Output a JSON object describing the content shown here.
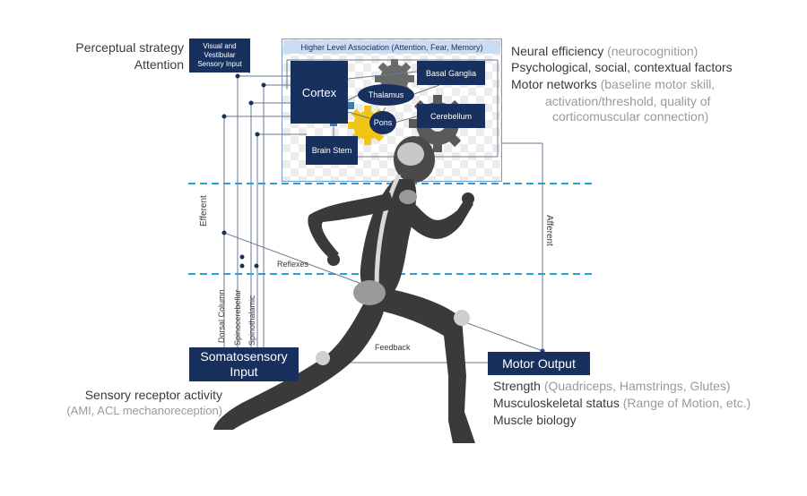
{
  "labels": {
    "perceptual_strategy": "Perceptual strategy",
    "attention": "Attention",
    "visual_vestibular_line1": "Visual and",
    "visual_vestibular_line2": "Vestibular",
    "visual_vestibular_line3": "Sensory Input",
    "higher_level": "Higher Level Association (Attention, Fear, Memory)",
    "cortex": "Cortex",
    "basal_ganglia": "Basal Ganglia",
    "thalamus": "Thalamus",
    "pons": "Pons",
    "cerebellum": "Cerebellum",
    "brain_stem": "Brain Stem",
    "efferent": "Efferent",
    "afferent": "Afferent",
    "reflexes": "Reflexes",
    "dorsal_column": "Dorsal Column",
    "spinocerebellar": "Spinocerebellar",
    "spinothalamic": "Spinothalamic",
    "feedback": "Feedback",
    "somatosensory_line1": "Somatosensory",
    "somatosensory_line2": "Input",
    "motor_output": "Motor Output"
  },
  "right_top": {
    "neural_efficiency": "Neural efficiency",
    "neural_efficiency_note": "(neurocognition)",
    "psych_factors": "Psychological, social, contextual factors",
    "motor_networks": "Motor networks",
    "motor_networks_note1": "(baseline motor skill,",
    "motor_networks_note2": "activation/threshold, quality of",
    "motor_networks_note3": "corticomuscular connection)"
  },
  "left_bottom": {
    "sensory_receptor": "Sensory receptor activity",
    "sensory_receptor_note": "(AMI, ACL mechanoreception)"
  },
  "right_bottom": {
    "strength": "Strength",
    "strength_note": "(Quadriceps, Hamstrings, Glutes)",
    "musculoskeletal": "Musculoskeletal status",
    "musculoskeletal_note": "(Range of Motion, etc.)",
    "muscle_biology": "Muscle biology"
  },
  "colors": {
    "navy": "#17305e",
    "dashed_line": "#2a9fd6",
    "gear_gray": "#5a5a5a",
    "gear_blue": "#3c7bb6",
    "gear_yellow": "#f2c414",
    "body_dark": "#3a3a3a"
  }
}
